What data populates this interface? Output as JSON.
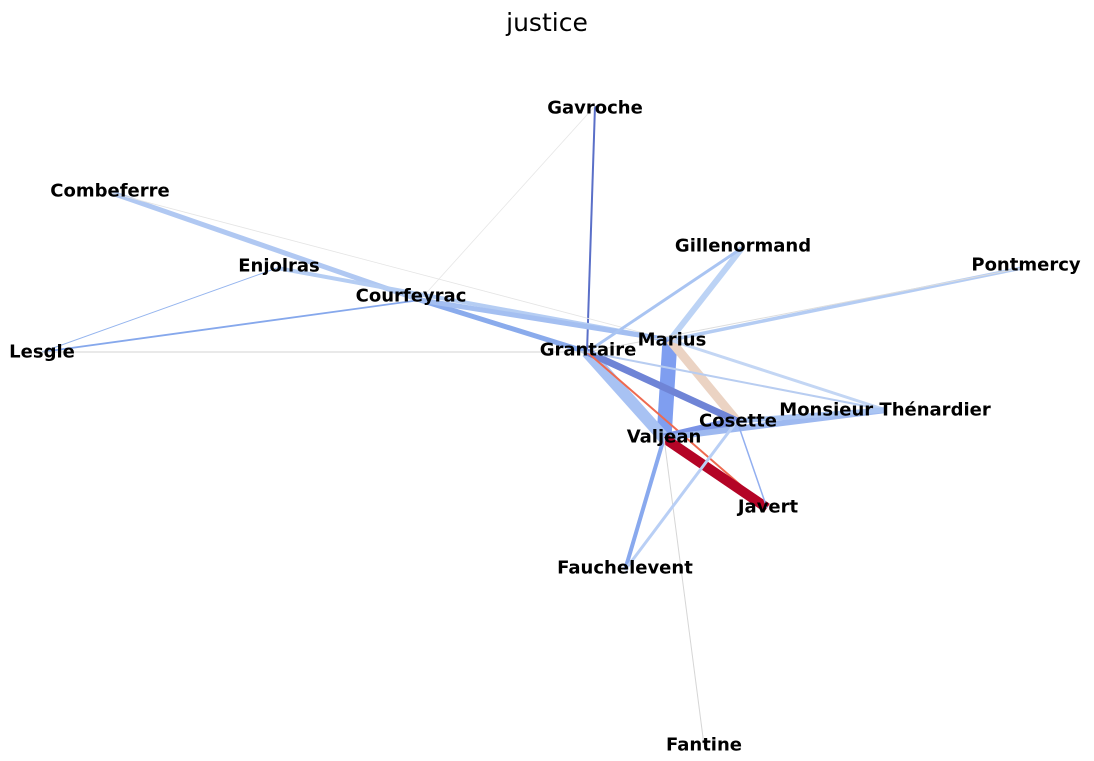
{
  "title": "justice",
  "chart_data": {
    "type": "network",
    "nodes": [
      {
        "id": "Gavroche",
        "label": "Gavroche"
      },
      {
        "id": "Combeferre",
        "label": "Combeferre"
      },
      {
        "id": "Gillenormand",
        "label": "Gillenormand"
      },
      {
        "id": "Pontmercy",
        "label": "Pontmercy"
      },
      {
        "id": "Enjolras",
        "label": "Enjolras"
      },
      {
        "id": "Courfeyrac",
        "label": "Courfeyrac"
      },
      {
        "id": "Marius",
        "label": "Marius"
      },
      {
        "id": "Lesgle",
        "label": "Lesgle"
      },
      {
        "id": "Grantaire",
        "label": "Grantaire"
      },
      {
        "id": "MonsieurThenardier",
        "label": "Monsieur Thénardier"
      },
      {
        "id": "Cosette",
        "label": "Cosette"
      },
      {
        "id": "Valjean",
        "label": "Valjean"
      },
      {
        "id": "Javert",
        "label": "Javert"
      },
      {
        "id": "Fauchelevent",
        "label": "Fauchelevent"
      },
      {
        "id": "Fantine",
        "label": "Fantine"
      }
    ],
    "edges": [
      {
        "source": "Gavroche",
        "target": "Grantaire",
        "color": "#5a6fc8",
        "width": 2
      },
      {
        "source": "Gavroche",
        "target": "Courfeyrac",
        "color": "#e6e6e6",
        "width": 0.8
      },
      {
        "source": "Combeferre",
        "target": "Courfeyrac",
        "color": "#b0c8f2",
        "width": 5
      },
      {
        "source": "Combeferre",
        "target": "Marius",
        "color": "#e4e4e4",
        "width": 0.8
      },
      {
        "source": "Enjolras",
        "target": "Marius",
        "color": "#b5cdf3",
        "width": 4
      },
      {
        "source": "Enjolras",
        "target": "Lesgle",
        "color": "#94b4ee",
        "width": 1
      },
      {
        "source": "Courfeyrac",
        "target": "Lesgle",
        "color": "#86a8ec",
        "width": 1.8
      },
      {
        "source": "Courfeyrac",
        "target": "Grantaire",
        "color": "#8aabec",
        "width": 5
      },
      {
        "source": "Courfeyrac",
        "target": "Marius",
        "color": "#a4bff1",
        "width": 5
      },
      {
        "source": "Lesgle",
        "target": "Grantaire",
        "color": "#dcdcdc",
        "width": 1.2
      },
      {
        "source": "Gillenormand",
        "target": "Marius",
        "color": "#bcd3f5",
        "width": 6
      },
      {
        "source": "Gillenormand",
        "target": "Grantaire",
        "color": "#a9c4f2",
        "width": 3
      },
      {
        "source": "Pontmercy",
        "target": "Marius",
        "color": "#b4ccf3",
        "width": 3.5
      },
      {
        "source": "Pontmercy",
        "target": "Grantaire",
        "color": "#dddddd",
        "width": 1
      },
      {
        "source": "Marius",
        "target": "Valjean",
        "color": "#7f9ef0",
        "width": 15
      },
      {
        "source": "Marius",
        "target": "Cosette",
        "color": "#ebd3c3",
        "width": 9
      },
      {
        "source": "Marius",
        "target": "MonsieurThenardier",
        "color": "#c3d6f4",
        "width": 3
      },
      {
        "source": "Grantaire",
        "target": "Valjean",
        "color": "#a8c2f3",
        "width": 12
      },
      {
        "source": "Grantaire",
        "target": "Cosette",
        "color": "#6f84d6",
        "width": 7
      },
      {
        "source": "Grantaire",
        "target": "Javert",
        "color": "#ee6a50",
        "width": 2
      },
      {
        "source": "Grantaire",
        "target": "MonsieurThenardier",
        "color": "#b8cdf1",
        "width": 2
      },
      {
        "source": "Valjean",
        "target": "Cosette",
        "color": "#7a93e6",
        "width": 9
      },
      {
        "source": "Valjean",
        "target": "MonsieurThenardier",
        "color": "#9eb9f0",
        "width": 6
      },
      {
        "source": "Valjean",
        "target": "Javert",
        "color": "#b40426",
        "width": 10
      },
      {
        "source": "Valjean",
        "target": "Fauchelevent",
        "color": "#89a9ee",
        "width": 4
      },
      {
        "source": "Valjean",
        "target": "Fantine",
        "color": "#d6d6d6",
        "width": 1
      },
      {
        "source": "Cosette",
        "target": "MonsieurThenardier",
        "color": "#aac5f3",
        "width": 5
      },
      {
        "source": "Cosette",
        "target": "Javert",
        "color": "#92aff0",
        "width": 1.5
      },
      {
        "source": "Cosette",
        "target": "Fauchelevent",
        "color": "#b9cff5",
        "width": 3
      }
    ]
  }
}
